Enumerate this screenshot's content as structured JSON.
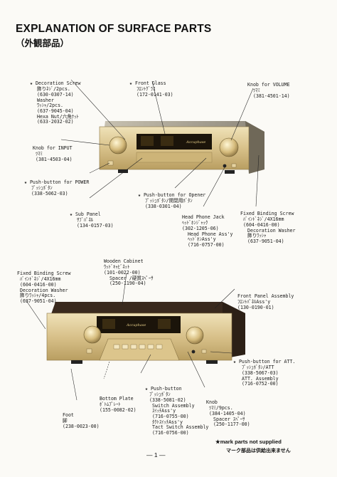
{
  "title": "EXPLANATION OF SURFACE PARTS",
  "subtitle": "（外観部品）",
  "labels": {
    "deco_screw": [
      "★ Decoration Screw",
      "飾りﾈｼﾞ/2pcs.",
      "(630-0307-14)",
      "Washer",
      "ﾜｯｼｬ/2pcs.",
      "(637-9045-04)",
      "Hexa Nut/六角ﾅｯﾄ",
      "(633-2032-02)"
    ],
    "front_glass": [
      "★ Front Glass",
      "ﾌﾛﾝﾄｸﾞﾗｽ",
      "(172-0141-03)"
    ],
    "knob_volume": [
      "Knob for VOLUME",
      "ﾂﾏﾐ",
      "(381-4501-14)"
    ],
    "knob_input": [
      "Knob for INPUT",
      "ﾂﾏﾐ",
      "(381-4503-04)"
    ],
    "push_power": [
      "★ Push-button for POWER",
      "ﾌﾟｯｼｭﾎﾞﾀﾝ",
      "(338-5062-03)"
    ],
    "push_opener": [
      "★ Push-button for Opener",
      "ﾌﾟｯｼｭﾎﾞﾀﾝ/開閉用ﾎﾞﾀﾝ",
      "(338-0301-04)"
    ],
    "sub_panel": [
      "★ Sub Panel",
      "ｻﾌﾞﾊﾟﾈﾙ",
      "(134-0157-03)"
    ],
    "headphone": [
      "Head Phone Jack",
      "ﾍｯﾄﾞﾎﾝｼﾞｬｯｸ",
      "(302-1205-06)",
      "Head Phone Ass'y",
      "ﾍｯﾄﾞﾎﾝAss'y",
      "(716-0757-00)"
    ],
    "binding_top": [
      "Fixed Binding Screw",
      "ﾊﾞｲﾝﾄﾞﾈｼﾞ/4X16mm",
      "(604-0416-00)",
      "Decoration Washer",
      "飾りﾜｯｼｬ",
      "(637-9051-04)"
    ],
    "binding_bot": [
      "Fixed Binding Screw",
      "ﾊﾞｲﾝﾄﾞﾈｼﾞ/4X16mm",
      "(604-0416-00)",
      "Decoration Washer",
      "飾りﾜｯｼｬ/4pcs.",
      "(637-9051-04)"
    ],
    "cabinet": [
      "Wooden Cabinet",
      "ｳｯﾄﾞｷｬﾋﾞﾈｯﾄ",
      "(101-0022-00)",
      "Spacer /硬質ｽﾍﾟｰｻ",
      "(250-1190-04)"
    ],
    "front_panel": [
      "Front Panel Assembly",
      "ﾌﾛﾝﾄﾊﾟﾈﾙAss'y",
      "(130-0190-01)"
    ],
    "push_att": [
      "★ Push-button for ATT.",
      "ﾌﾟｯｼｭﾎﾞﾀﾝ/ATT",
      "(338-5067-03)",
      "ATT. Assembly",
      "(716-0752-00)"
    ],
    "bottom_plate": [
      "Bottom Plate",
      "ﾎﾞﾄﾑﾌﾟﾚｰﾄ",
      "(155-0082-02)"
    ],
    "foot": [
      "Foot",
      "脚",
      "(238-0023-00)"
    ],
    "push_button": [
      "★ Push-button",
      "ﾌﾟｯｼｭﾎﾞﾀﾝ",
      "(338-5081-02)",
      "Switch Assembly",
      "ｽｲｯﾁAss'y",
      "(716-0755-00)",
      "ﾀｸﾄｽｲｯﾁAss'y",
      "Tact Switch Assembly",
      "(716-0756-00)"
    ],
    "knob_spacer": [
      "Knob",
      "ﾂﾏﾐ/9pcs.",
      "(384-1405-04)",
      "Spacer ｽﾍﾟｰｻ",
      "(250-1177-00)"
    ]
  },
  "footer": {
    "note": "★mark parts not supplied",
    "note_jp": "マーク部品は供給出来ません",
    "page": "— 1 —"
  },
  "colors": {
    "gold": "#d9c48c",
    "gold_dark": "#b59b5c",
    "wood": "#3b2a1e",
    "display": "#1a1208"
  }
}
